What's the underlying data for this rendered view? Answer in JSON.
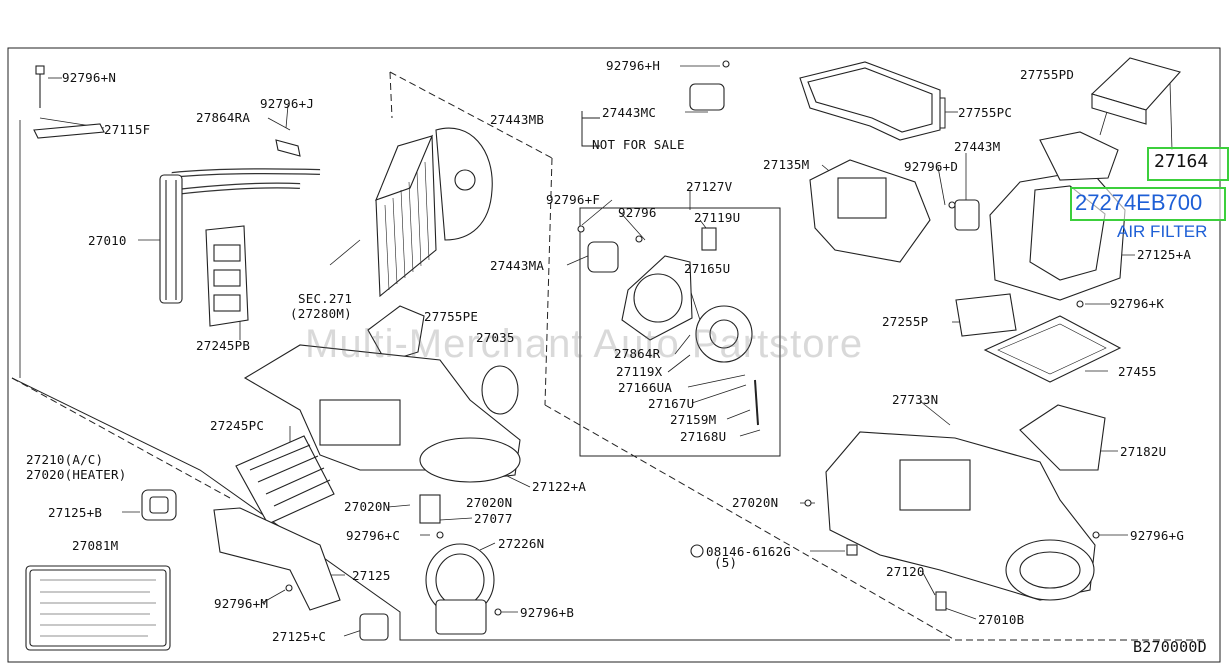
{
  "diagram": {
    "code": "B270000D",
    "watermark": "Multi-Merchant Auto Partstore",
    "highlight": {
      "part_a": "27164",
      "part_b": "27274EB700",
      "description": "AIR FILTER",
      "border_color": "#3ccf3c",
      "text_color": "#1e5fd6"
    },
    "labels": {
      "l_92796N": "92796+N",
      "l_27115F": "27115F",
      "l_27864RA": "27864RA",
      "l_92796J": "92796+J",
      "l_27443MB": "27443MB",
      "l_27443MC": "27443MC",
      "l_nfs": "NOT FOR SALE",
      "l_92796H": "92796+H",
      "l_27755PD": "27755PD",
      "l_27755PC": "27755PC",
      "l_27135M": "27135M",
      "l_27443M": "27443M",
      "l_92796D": "92796+D",
      "l_27010": "27010",
      "l_sec271": "SEC.271",
      "l_27280M": "(27280M)",
      "l_92796F": "92796+F",
      "l_92796": "92796",
      "l_27127V": "27127V",
      "l_27119U": "27119U",
      "l_27443MA": "27443MA",
      "l_27165U": "27165U",
      "l_27125A": "27125+A",
      "l_92796K": "92796+K",
      "l_27755PE": "27755PE",
      "l_27035": "27035",
      "l_27255P": "27255P",
      "l_27245PB": "27245PB",
      "l_27864R": "27864R",
      "l_27119X": "27119X",
      "l_27166UA": "27166UA",
      "l_27167U": "27167U",
      "l_27159M": "27159M",
      "l_27168U": "27168U",
      "l_27455": "27455",
      "l_27733N": "27733N",
      "l_27245PC": "27245PC",
      "l_27182U": "27182U",
      "l_27210": "27210(A/C)",
      "l_27020H": "27020(HEATER)",
      "l_27020N_a": "27020N",
      "l_27020N_b": "27020N",
      "l_27122A": "27122+A",
      "l_27020N_c": "27020N",
      "l_27125B": "27125+B",
      "l_27077": "27077",
      "l_92796C": "92796+C",
      "l_27226N": "27226N",
      "l_92796G": "92796+G",
      "l_27081M": "27081M",
      "l_08146": "08146-6162G",
      "l_5": "(5)",
      "l_27125": "27125",
      "l_27120": "27120",
      "l_92796M": "92796+M",
      "l_92796B": "92796+B",
      "l_27010B": "27010B",
      "l_27125C": "27125+C"
    }
  }
}
